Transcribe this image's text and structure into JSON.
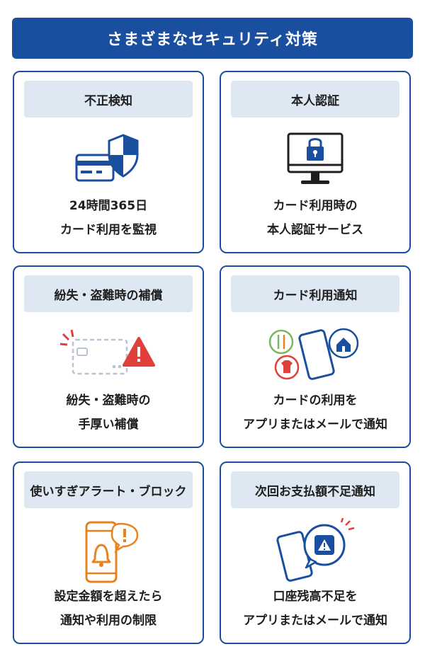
{
  "header": {
    "title": "さまざまなセキュリティ対策"
  },
  "cards": [
    {
      "title": "不正検知",
      "lines": [
        "24時間365日",
        "カード利用を監視"
      ],
      "icon": "card-shield-icon"
    },
    {
      "title": "本人認証",
      "lines": [
        "カード利用時の",
        "本人認証サービス"
      ],
      "icon": "monitor-lock-icon"
    },
    {
      "title": "紛失・盗難時の補償",
      "lines": [
        "紛失・盗難時の",
        "手厚い補償"
      ],
      "icon": "lost-card-warning-icon"
    },
    {
      "title": "カード利用通知",
      "lines": [
        "カードの利用を",
        "アプリまたはメールで通知"
      ],
      "icon": "phone-usage-notification-icon"
    },
    {
      "title": "使いすぎアラート・ブロック",
      "lines": [
        "設定金額を超えたら",
        "通知や利用の制限"
      ],
      "icon": "phone-bell-alert-icon"
    },
    {
      "title": "次回お支払額不足通知",
      "lines": [
        "口座残高不足を",
        "アプリまたはメールで通知"
      ],
      "icon": "phone-warning-bubble-icon"
    }
  ],
  "colors": {
    "primary": "#1a4fa0",
    "title_bg": "#dde8f3",
    "accent_orange": "#e8821c",
    "accent_red": "#e0403a",
    "accent_green": "#7bb661"
  }
}
